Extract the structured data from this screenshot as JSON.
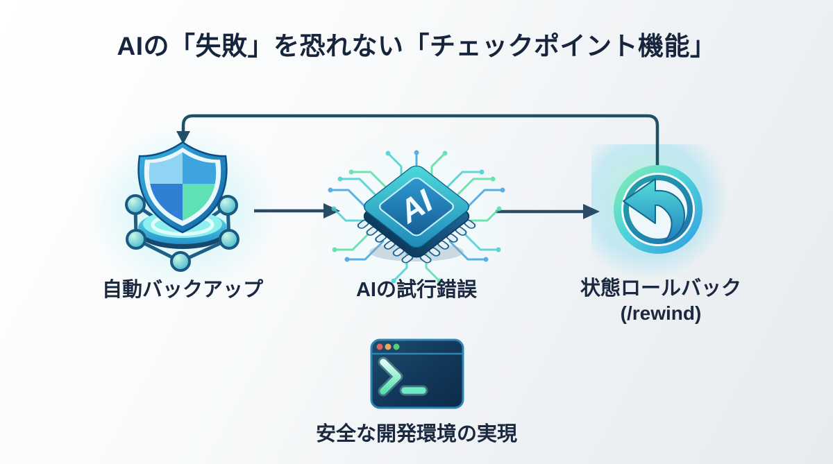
{
  "title": "AIの「失敗」を恐れない「チェックポイント機能」",
  "steps": [
    {
      "id": "auto-backup",
      "icon": "shield-network-icon",
      "label": "自動バックアップ"
    },
    {
      "id": "ai-trial",
      "icon": "ai-chip-icon",
      "label": "AIの試行錯誤",
      "chip_text": "AI"
    },
    {
      "id": "rollback",
      "icon": "rewind-icon",
      "label": "状態ロールバック",
      "sublabel": "(/rewind)"
    }
  ],
  "flow": {
    "forward_arrows": [
      "auto-backup→ai-trial",
      "ai-trial→rollback"
    ],
    "loop_arrow": "rollback→auto-backup"
  },
  "outcome": {
    "icon": "terminal-icon",
    "label": "安全な開発環境の実現"
  },
  "colors": {
    "title_text": "#16243c",
    "label_text": "#1b2940",
    "arrow": "#2b4a66",
    "loop_arrow": "#1e5067",
    "accent_cyan": "#45cfd0",
    "accent_green": "#5fe0ae",
    "accent_blue": "#2f7fd4",
    "terminal_bg": "#11375a",
    "terminal_dot_red": "#e2606a",
    "terminal_dot_orange": "#e8a95c",
    "terminal_dot_green": "#55cc78",
    "background_start": "#ffffff",
    "background_end": "#e7ebee"
  }
}
